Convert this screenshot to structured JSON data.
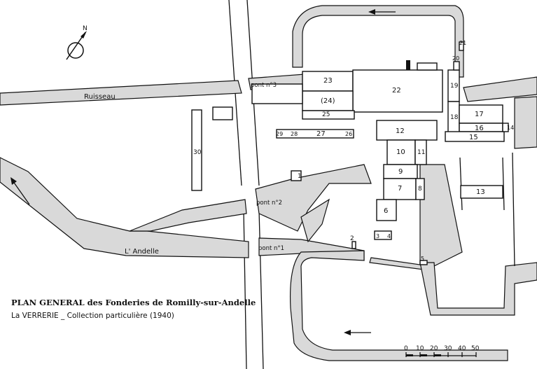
{
  "title": "PLAN GENERAL des Fonderies de Romilly-sur-Andelle",
  "subtitle": "La VERRERIE _ Collection particulière (1940)",
  "north_label": "N",
  "places": {
    "ruisseau": "Ruisseau",
    "andelle": "L' Andelle",
    "pont3": "pont n°3",
    "pont2": "pont n°2",
    "pont1": "pont n°1"
  },
  "buildings": [
    "1",
    "2",
    "3",
    "4",
    "5",
    "6",
    "7",
    "8",
    "9",
    "10",
    "11",
    "12",
    "13",
    "14",
    "15",
    "16",
    "17",
    "18",
    "19",
    "20",
    "21",
    "22",
    "23",
    "(24)",
    "25",
    "26",
    "27",
    "28",
    "29",
    "30"
  ],
  "scale": {
    "ticks": [
      "0",
      "10",
      "20",
      "30",
      "40",
      "50"
    ]
  }
}
